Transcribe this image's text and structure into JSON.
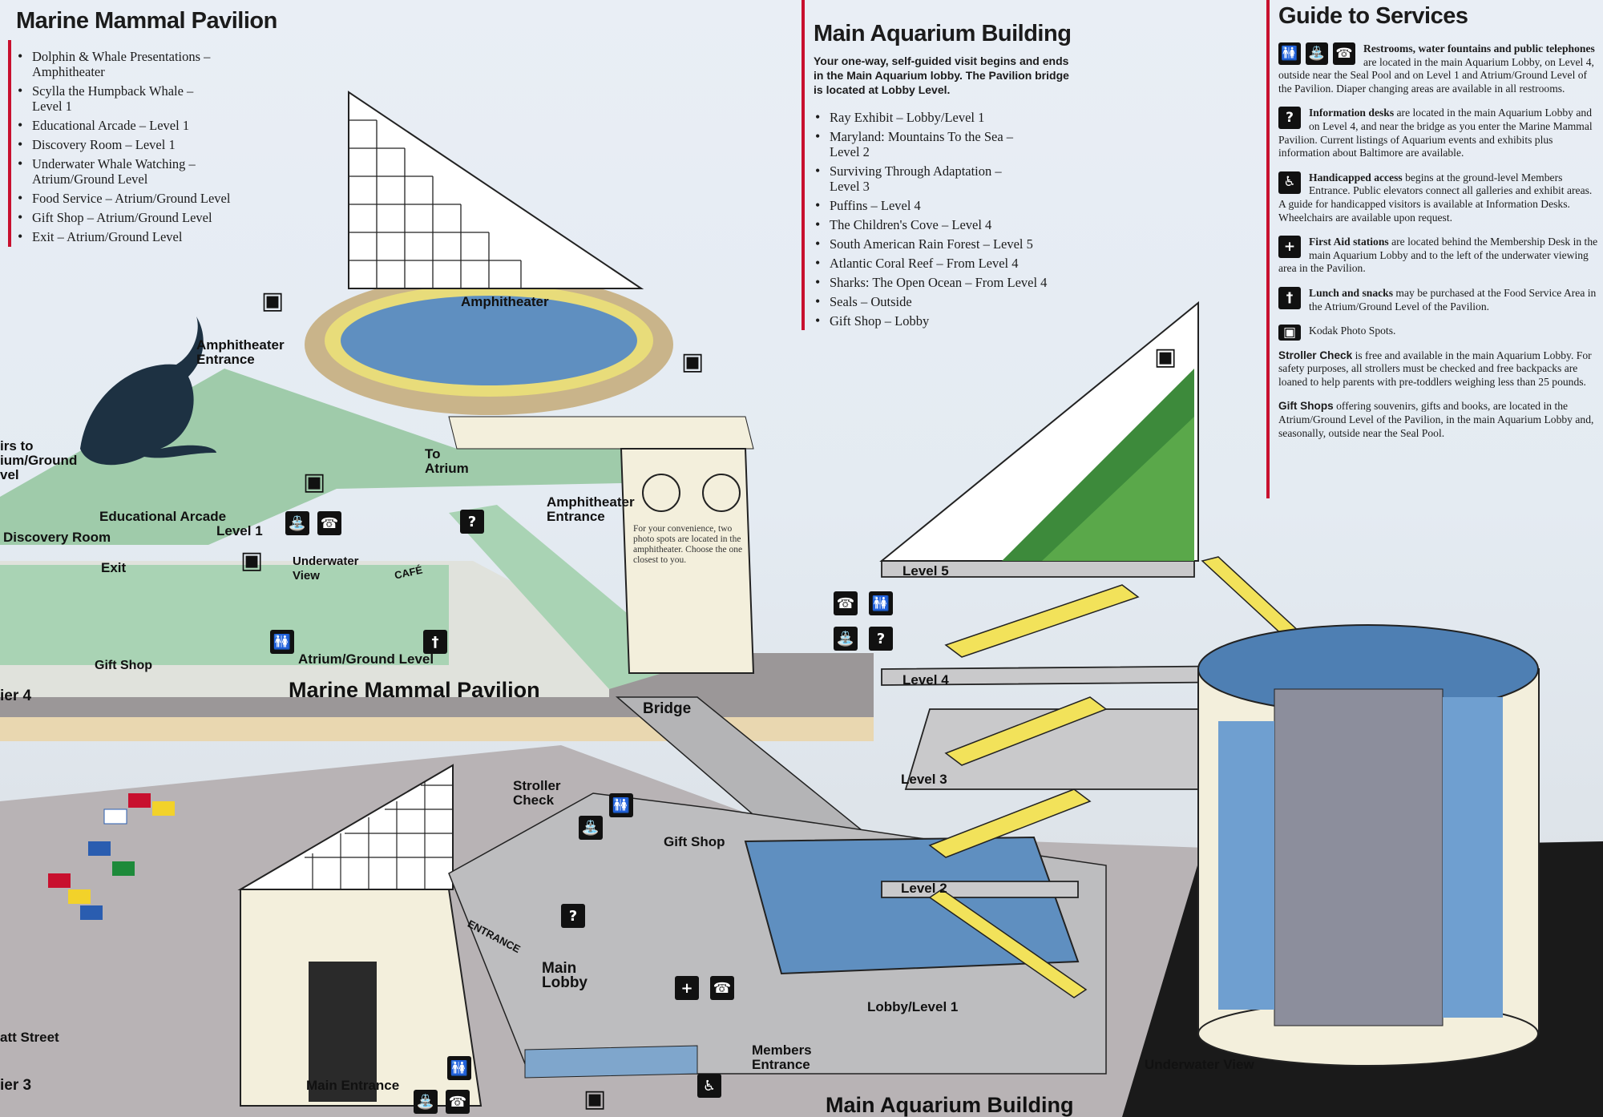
{
  "pavilion_panel": {
    "title": "Marine Mammal Pavilion",
    "items": [
      {
        "text": "Dolphin & Whale Presentations –",
        "sub": "Amphitheater"
      },
      {
        "text": "Scylla the Humpback Whale –",
        "sub": "Level 1"
      },
      {
        "text": "Educational Arcade – Level 1",
        "sub": ""
      },
      {
        "text": "Discovery Room – Level 1",
        "sub": ""
      },
      {
        "text": "Underwater Whale Watching –",
        "sub": "Atrium/Ground Level"
      },
      {
        "text": "Food Service – Atrium/Ground Level",
        "sub": ""
      },
      {
        "text": "Gift Shop – Atrium/Ground Level",
        "sub": ""
      },
      {
        "text": "Exit – Atrium/Ground Level",
        "sub": ""
      }
    ]
  },
  "main_panel": {
    "title": "Main Aquarium Building",
    "intro": "Your one-way, self-guided visit begins and ends in the Main Aquarium lobby. The Pavilion bridge is located at Lobby Level.",
    "items": [
      {
        "text": "Ray Exhibit – Lobby/Level 1",
        "sub": ""
      },
      {
        "text": "Maryland: Mountains To the Sea –",
        "sub": "Level 2"
      },
      {
        "text": "Surviving Through Adaptation –",
        "sub": "Level 3"
      },
      {
        "text": "Puffins – Level 4",
        "sub": ""
      },
      {
        "text": "The Children's Cove – Level 4",
        "sub": ""
      },
      {
        "text": "South American Rain Forest – Level 5",
        "sub": ""
      },
      {
        "text": "Atlantic Coral Reef – From Level 4",
        "sub": ""
      },
      {
        "text": "Sharks: The Open Ocean – From Level 4",
        "sub": ""
      },
      {
        "text": "Seals – Outside",
        "sub": ""
      },
      {
        "text": "Gift Shop – Lobby",
        "sub": ""
      }
    ]
  },
  "services_panel": {
    "title": "Guide to Services",
    "entries": [
      {
        "icons": [
          "restroom-icon",
          "water-fountain-icon",
          "telephone-icon"
        ],
        "lead": "Restrooms, water fountains and public telephones",
        "text": " are located in the main Aquarium Lobby, on Level 4, outside near the Seal Pool and on Level 1 and Atrium/Ground Level of the Pavilion. Diaper changing areas are available in all restrooms."
      },
      {
        "icons": [
          "information-icon"
        ],
        "lead": "Information desks",
        "text": " are located in the main Aquarium Lobby and on Level 4, and near the bridge as you enter the Marine Mammal Pavilion. Current listings of Aquarium events and exhibits plus information about Baltimore are available."
      },
      {
        "icons": [
          "wheelchair-icon"
        ],
        "lead": "Handicapped access",
        "text": " begins at the ground-level Members Entrance. Public elevators connect all galleries and exhibit areas. A guide for handicapped visitors is available at Information Desks. Wheelchairs are available upon request."
      },
      {
        "icons": [
          "first-aid-icon"
        ],
        "lead": "First Aid stations",
        "text": " are located behind the Membership Desk in the main Aquarium Lobby and to the left of the underwater viewing area in the Pavilion."
      },
      {
        "icons": [
          "food-icon"
        ],
        "lead": "Lunch and snacks",
        "text": " may be purchased at the Food Service Area in the Atrium/Ground Level of the Pavilion."
      },
      {
        "icons": [
          "camera-icon"
        ],
        "lead": "",
        "text": "Kodak Photo Spots."
      },
      {
        "icons": [],
        "lead": "Stroller Check",
        "text": " is free and available in the main Aquarium Lobby. For safety purposes, all strollers must be checked and free backpacks are loaned to help parents with pre-toddlers weighing less than 25 pounds."
      },
      {
        "icons": [],
        "lead": "Gift Shops",
        "text": " offering souvenirs, gifts and books, are located in the Atrium/Ground Level of the Pavilion, in the main Aquarium Lobby and, seasonally, outside near the Seal Pool."
      }
    ]
  },
  "map_labels": {
    "amphitheater": "Amphitheater",
    "amphitheater_entrance_1": "Amphitheater Entrance",
    "amphitheater_entrance_2": "Amphitheater Entrance",
    "to_atrium": "To Atrium",
    "stairs_to_atrium": "irs to ium/Ground vel",
    "educational_arcade": "Educational Arcade",
    "level_1_pavilion": "Level 1",
    "discovery_room": "Discovery Room",
    "exit": "Exit",
    "underwater_view_pavilion": "Underwater View",
    "cafe": "CAFÉ",
    "gift_shop_pavilion": "Gift Shop",
    "atrium_ground_level": "Atrium/Ground Level",
    "pier_4": "ier 4",
    "pavilion_building": "Marine Mammal Pavilion",
    "bridge": "Bridge",
    "stroller_check": "Stroller Check",
    "gift_shop_main": "Gift Shop",
    "entrance": "ENTRANCE",
    "main_lobby": "Main Lobby",
    "lobby_level_1": "Lobby/Level 1",
    "members_entrance": "Members Entrance",
    "main_entrance": "Main Entrance",
    "pratt_street": "att Street",
    "pier_3": "ier 3",
    "main_building": "Main Aquarium Building",
    "level_5": "Level 5",
    "level_4": "Level 4",
    "level_3": "Level 3",
    "level_2": "Level 2",
    "underwater_view_main": "Underwater View",
    "photo_note": "For your convenience, two photo spots are located in the amphitheater. Choose the one closest to you."
  },
  "colors": {
    "accent_red": "#c8102e",
    "pavilion_green": "#a9d3b4",
    "water_blue": "#5f8fc0",
    "building_cream": "#f3efdc",
    "escalator_yellow": "#f2e25a",
    "pier_gray": "#9a9698"
  }
}
